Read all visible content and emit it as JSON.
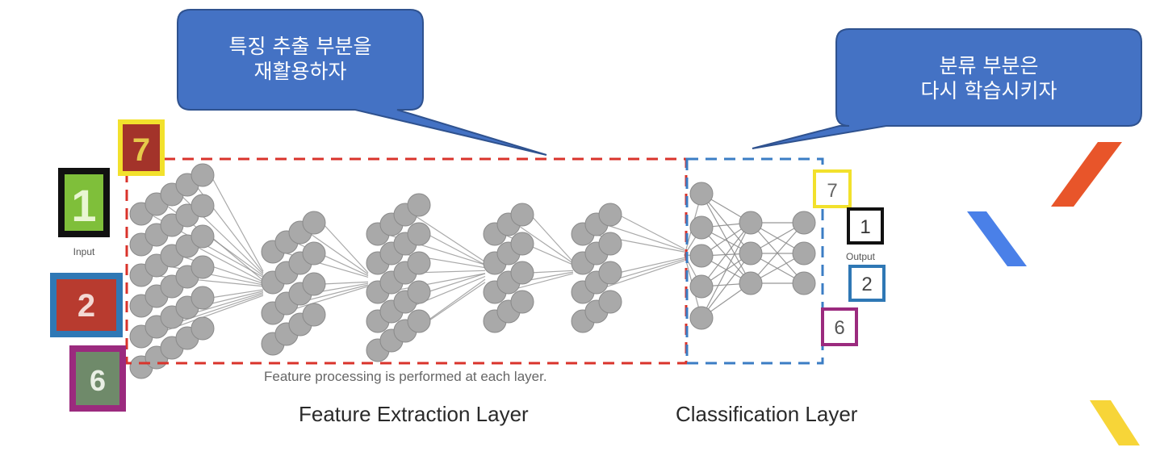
{
  "callouts": {
    "left": {
      "line1": "특징 추출 부분을",
      "line2": "재활용하자"
    },
    "right": {
      "line1": "분류 부분은",
      "line2": "다시 학습시키자"
    }
  },
  "input": {
    "label": "Input",
    "tiles": [
      {
        "digit": "7",
        "border": "#f2e12c"
      },
      {
        "digit": "1",
        "border": "#111111"
      },
      {
        "digit": "2",
        "border": "#2f78b5"
      },
      {
        "digit": "6",
        "border": "#9b2a7e"
      }
    ]
  },
  "output": {
    "label": "Output",
    "tiles": [
      {
        "digit": "7",
        "border": "#f2e12c"
      },
      {
        "digit": "1",
        "border": "#111111"
      },
      {
        "digit": "2",
        "border": "#2f78b5"
      },
      {
        "digit": "6",
        "border": "#9b2a7e"
      }
    ]
  },
  "captions": {
    "note": "Feature processing is performed at each layer.",
    "feature_layer": "Feature Extraction Layer",
    "classification_layer": "Classification Layer"
  },
  "colors": {
    "callout_fill": "#4472c4",
    "callout_stroke": "#2f528f",
    "feature_box": "#d9332b",
    "classification_box": "#3b7dc4",
    "accent_orange": "#e8552a",
    "accent_blue": "#4a80e8",
    "accent_yellow": "#f7d538"
  }
}
